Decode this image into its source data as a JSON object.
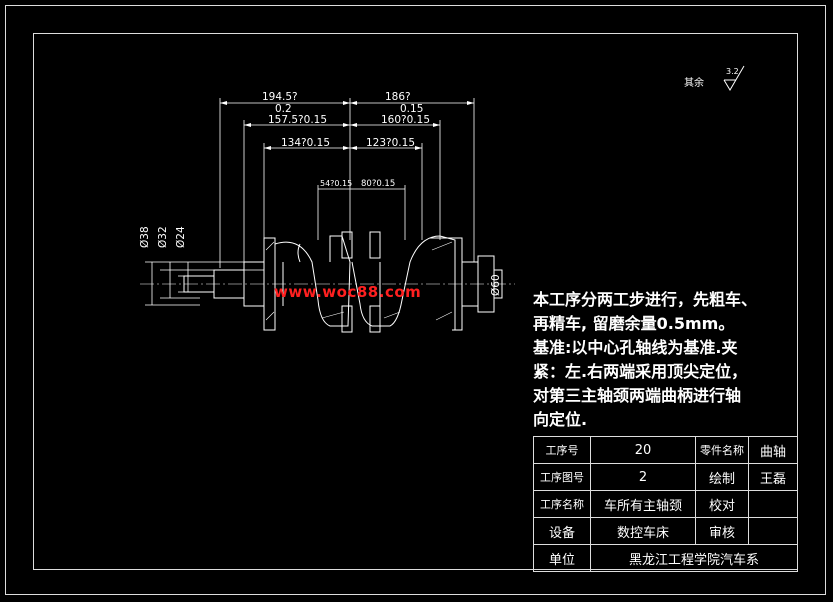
{
  "roughness": {
    "label": "其余",
    "value": "3.2"
  },
  "dimensions": {
    "d1": "194.5?",
    "d1_tol": "0.2",
    "d2": "186?",
    "d2_tol": "0.15",
    "d3": "157.5?0.15",
    "d4": "160?0.15",
    "d5": "134?0.15",
    "d6": "123?0.15",
    "d7": "54?0.15",
    "d8": "80?0.15",
    "dia38": "Ø38",
    "dia32": "Ø32",
    "dia24": "Ø24",
    "dia60": "Ø60"
  },
  "watermark": "www.woc88.com",
  "notes": [
    "本工序分两工步进行，先粗车、",
    "再精车, 留磨余量0.5mm。",
    "基准:以中心孔轴线为基准.夹",
    "紧：左.右两端采用顶尖定位，",
    "对第三主轴颈两端曲柄进行轴",
    "向定位."
  ],
  "title_block": {
    "r1": {
      "k1": "工序号",
      "v1": "20",
      "k2": "零件名称",
      "v2": "曲轴"
    },
    "r2": {
      "k1": "工序图号",
      "v1": "2",
      "k2": "绘制",
      "v2": "王磊"
    },
    "r3": {
      "k1": "工序名称",
      "v1": "车所有主轴颈",
      "k2": "校对",
      "v2": ""
    },
    "r4": {
      "k1": "设备",
      "v1": "数控车床",
      "k2": "审核",
      "v2": ""
    },
    "r5": {
      "k1": "单位",
      "v1": "黑龙江工程学院汽车系"
    }
  }
}
